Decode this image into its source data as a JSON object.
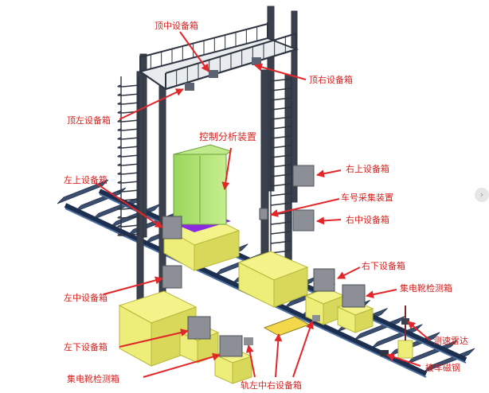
{
  "labels": {
    "top_center_box": "顶中设备箱",
    "top_right_box": "顶右设备箱",
    "top_left_box": "顶左设备箱",
    "control_unit": "控制分析装置",
    "left_upper_box": "左上设备箱",
    "right_upper_box": "右上设备箱",
    "car_number_device": "车号采集装置",
    "right_middle_box": "右中设备箱",
    "right_lower_box": "右下设备箱",
    "left_middle_box": "左中设备箱",
    "collector_shoe_box_right": "集电靴检测箱",
    "left_lower_box": "左下设备箱",
    "speed_radar": "测速雷达",
    "collector_shoe_box_left": "集电靴检测箱",
    "rail_boxes": "轨左中右设备箱",
    "car_magnet": "接车磁钢"
  },
  "side_control": {
    "icon": "chevron-right-icon",
    "glyph": "›"
  },
  "colors": {
    "label_red": "#d8201e",
    "arrow_red": "#e3262a",
    "base_yellow": "#f0f07a",
    "cabinet_green": "#a8e06a",
    "cabinet_purple": "#8a2be2",
    "frame_dark": "#2e3440",
    "box_gray": "#8c9096",
    "rail_blue": "#223b63"
  }
}
